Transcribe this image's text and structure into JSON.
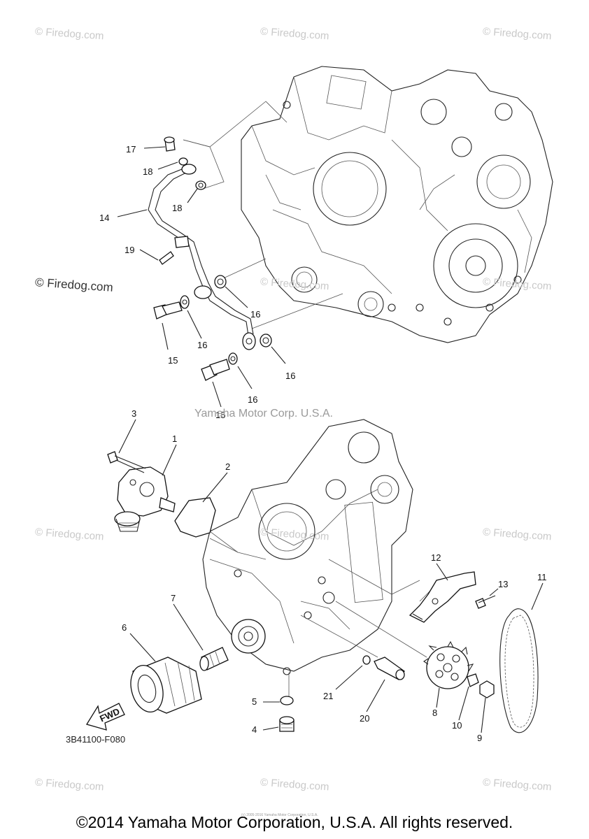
{
  "watermarks": {
    "firedog": "© Firedog.com",
    "corp": "Yamaha Motor Corp. U.S.A."
  },
  "callouts": [
    "1",
    "2",
    "3",
    "4",
    "5",
    "6",
    "7",
    "8",
    "9",
    "10",
    "11",
    "12",
    "13",
    "14",
    "15",
    "15",
    "16",
    "16",
    "16",
    "16",
    "17",
    "18",
    "18",
    "19",
    "20",
    "21"
  ],
  "part_number": "3B41100-F080",
  "fwd_label": "FWD",
  "tiny_notice": "(c) 2005-2016 Yamaha Motor Corporation, U.S.A.",
  "copyright": "©2014 Yamaha Motor Corporation, U.S.A. All rights reserved."
}
